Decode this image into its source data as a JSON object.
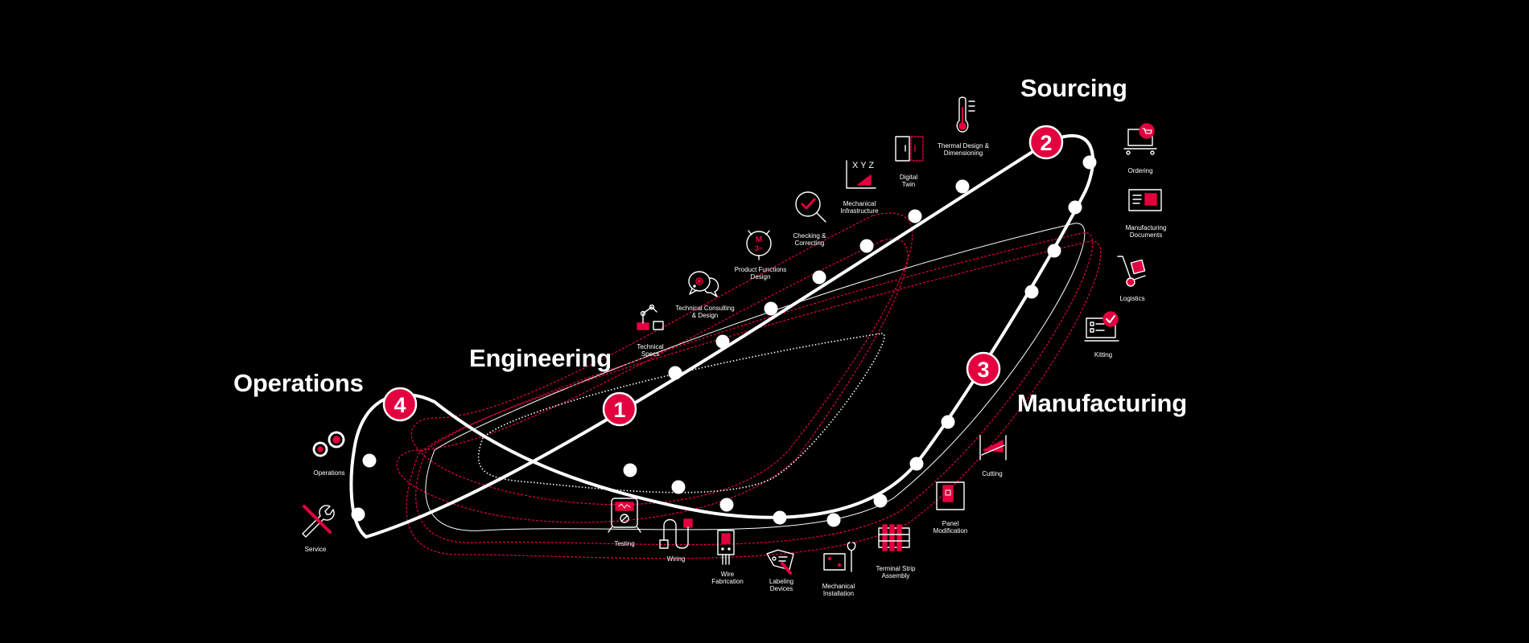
{
  "colors": {
    "accent": "#e3003f",
    "line": "#ffffff",
    "background": "#000000"
  },
  "sections": {
    "operations": "Operations",
    "engineering": "Engineering",
    "sourcing": "Sourcing",
    "manufacturing": "Manufacturing"
  },
  "badges": {
    "b1": "1",
    "b2": "2",
    "b3": "3",
    "b4": "4"
  },
  "steps": {
    "technical_specs": [
      "Technical",
      "Specs"
    ],
    "technical_consulting": [
      "Technical Consulting",
      "& Design"
    ],
    "product_functions": [
      "Product Functions",
      "Design"
    ],
    "checking": [
      "Checking &",
      "Correcting"
    ],
    "mechanical_infra": [
      "Mechanical",
      "Infrastructure"
    ],
    "digital_twin": [
      "Digital",
      "Twin"
    ],
    "thermal": [
      "Thermal Design &",
      "Dimensioning"
    ],
    "ordering": [
      "Ordering"
    ],
    "manufacturing_docs": [
      "Manufacturing",
      "Documents"
    ],
    "logistics": [
      "Logistics"
    ],
    "kitting": [
      "Kitting"
    ],
    "cutting": [
      "Cutting"
    ],
    "panel_mod": [
      "Panel",
      "Modification"
    ],
    "terminal_strip": [
      "Terminal Strip",
      "Assembly"
    ],
    "mechanical_install": [
      "Mechanical",
      "Installation"
    ],
    "labeling": [
      "Labeling",
      "Devices"
    ],
    "wire_fab": [
      "Wire",
      "Fabrication"
    ],
    "wiring": [
      "Wiring"
    ],
    "testing": [
      "Testing"
    ],
    "operations_step": [
      "Operations"
    ],
    "service": [
      "Service"
    ]
  },
  "icons": {
    "technical_specs": "robot-arm-icon",
    "technical_consulting": "speech-bubbles-gear-icon",
    "product_functions": "motor-icon",
    "checking": "magnifier-check-icon",
    "mechanical_infra": "xyz-ruler-icon",
    "digital_twin": "digital-twin-icon",
    "thermal": "thermometer-icon",
    "ordering": "cart-laptop-icon",
    "manufacturing_docs": "document-monitor-icon",
    "logistics": "hand-truck-icon",
    "kitting": "checklist-monitor-icon",
    "cutting": "cutting-icon",
    "panel_mod": "panel-icon",
    "terminal_strip": "terminal-strip-icon",
    "mechanical_install": "wrench-rail-icon",
    "labeling": "label-tag-icon",
    "wire_fab": "wire-device-icon",
    "wiring": "wire-cable-icon",
    "testing": "multimeter-icon",
    "operations_step": "gears-icon",
    "service": "wrench-screwdriver-icon"
  }
}
